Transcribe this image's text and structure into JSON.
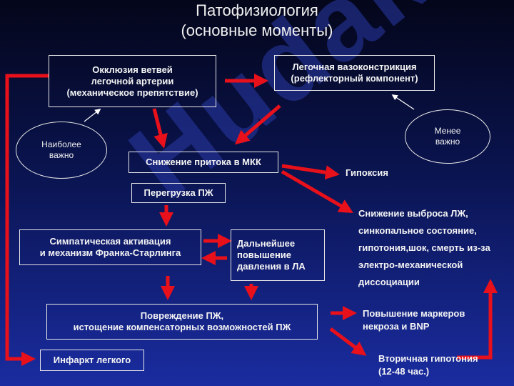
{
  "watermark": "Hudak M",
  "title": {
    "line1": "Патофизиология",
    "line2": "(основные моменты)"
  },
  "nodes": {
    "occlusion": [
      "Окклюзия ветвей",
      "легочной артерии",
      "(механическое препятствие)"
    ],
    "vasoconstriction": [
      "Легочная вазоконстрикция",
      "(рефлекторный компонент)"
    ],
    "most_important": [
      "Наиболее",
      "важно"
    ],
    "less_important": [
      "Менее",
      "важно"
    ],
    "reduced_flow": "Снижение притока в МКК",
    "hypoxia": "Гипоксия",
    "rv_overload": "Перегрузка ПЖ",
    "lv_output": [
      "Снижение выброса ЛЖ,",
      "синкопальное состояние,",
      "гипотония,шок, смерть из-за",
      "электро-механической",
      "диссоциации"
    ],
    "sympathetic": [
      "Симпатическая активация",
      "и механизм Франка-Старлинга"
    ],
    "pressure_la": [
      "Дальнейшее",
      "повышение",
      "давления в ЛА"
    ],
    "rv_damage": [
      "Повреждение ПЖ,",
      "истощение компенсаторных возможностей ПЖ"
    ],
    "necrosis_markers": [
      "Повышение маркеров",
      "некроза и BNP"
    ],
    "lung_infarction": "Инфаркт легкого",
    "secondary_hypotension": [
      "Вторичная гипотония",
      "(12-48 час.)"
    ]
  },
  "colors": {
    "arrow": "#e8101a",
    "pointer": "#ffffff",
    "box_border": "#e8e8e8"
  }
}
